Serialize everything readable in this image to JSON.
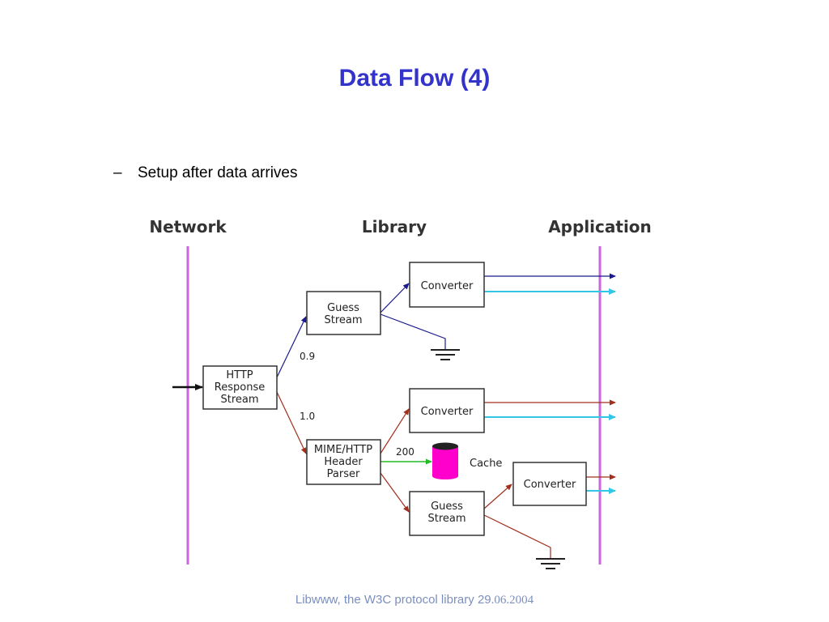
{
  "slide": {
    "title": "Data Flow (4)",
    "bullet": "Setup after data arrives",
    "footer_main": "Libwww, the W3C protocol library 29",
    "footer_date": ".06.2004"
  },
  "diagram": {
    "columns": {
      "network": "Network",
      "library": "Library",
      "application": "Application"
    },
    "nodes": {
      "http_response_stream": [
        "HTTP",
        "Response",
        "Stream"
      ],
      "guess_stream_top": [
        "Guess",
        "Stream"
      ],
      "converter_top": "Converter",
      "mime_http_header_parser": [
        "MIME/HTTP",
        "Header",
        "Parser"
      ],
      "converter_middle": "Converter",
      "cache": "Cache",
      "guess_stream_bottom": [
        "Guess",
        "Stream"
      ],
      "converter_bottom": "Converter"
    },
    "edge_labels": {
      "version_09": "0.9",
      "version_10": "1.0",
      "status_200": "200"
    },
    "colors": {
      "title": "#3333cc",
      "lifeline": "#cc66dd",
      "blue_path": "#1a1a8c",
      "red_path": "#a0301c",
      "cyan_output": "#33c6e6",
      "green_path": "#22bb22",
      "cache_fill": "#ff00cc"
    }
  }
}
